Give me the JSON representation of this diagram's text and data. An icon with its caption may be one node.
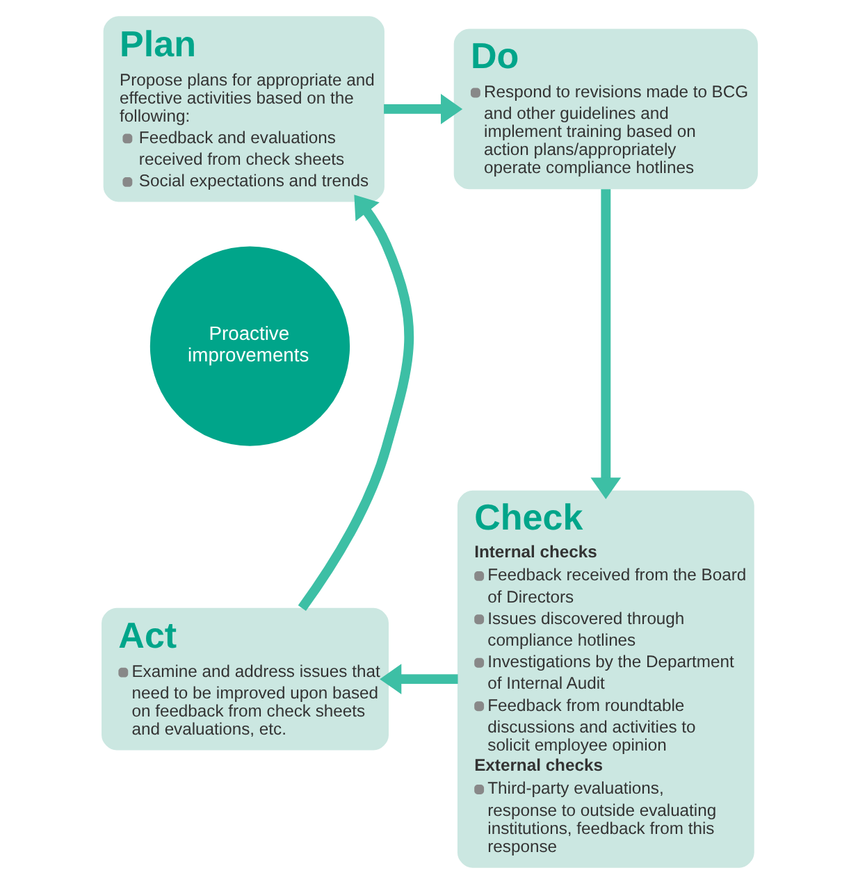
{
  "diagram": {
    "nodes": [
      {
        "text": [
          "Plan",
          "Propose plans for appropriate and effective activities based on the following:",
          "Feedback and evaluations received from check sheets",
          "Social expectations and trends"
        ]
      },
      {
        "text": [
          "Do",
          "Respond to revisions made to BCG and other guidelines and implement training based on action plans/appropriately operate compliance hotlines"
        ]
      },
      {
        "text": [
          "Proactive improvements"
        ]
      },
      {
        "text": [
          "Act",
          "Examine and address issues that need to be improved upon based on feedback from check sheets and evaluations, etc."
        ]
      },
      {
        "text": [
          "Check",
          "Internal checks",
          "Feedback received from the Board of Directors",
          "Issues discovered through compliance hotlines",
          "Investigations by the Department of Internal Audit",
          "Feedback from roundtable discussions and activities to solicit employee opinion",
          "External checks",
          "Third-party evaluations, response to outside evaluating institutions, feedback from this response"
        ]
      }
    ],
    "edges": [
      {
        "from": 0,
        "to": 1,
        "arrow": "to"
      },
      {
        "from": 1,
        "to": 4,
        "arrow": "to"
      },
      {
        "from": 4,
        "to": 3,
        "arrow": "to"
      },
      {
        "from": 3,
        "to": 0,
        "arrow": "to"
      }
    ]
  }
}
